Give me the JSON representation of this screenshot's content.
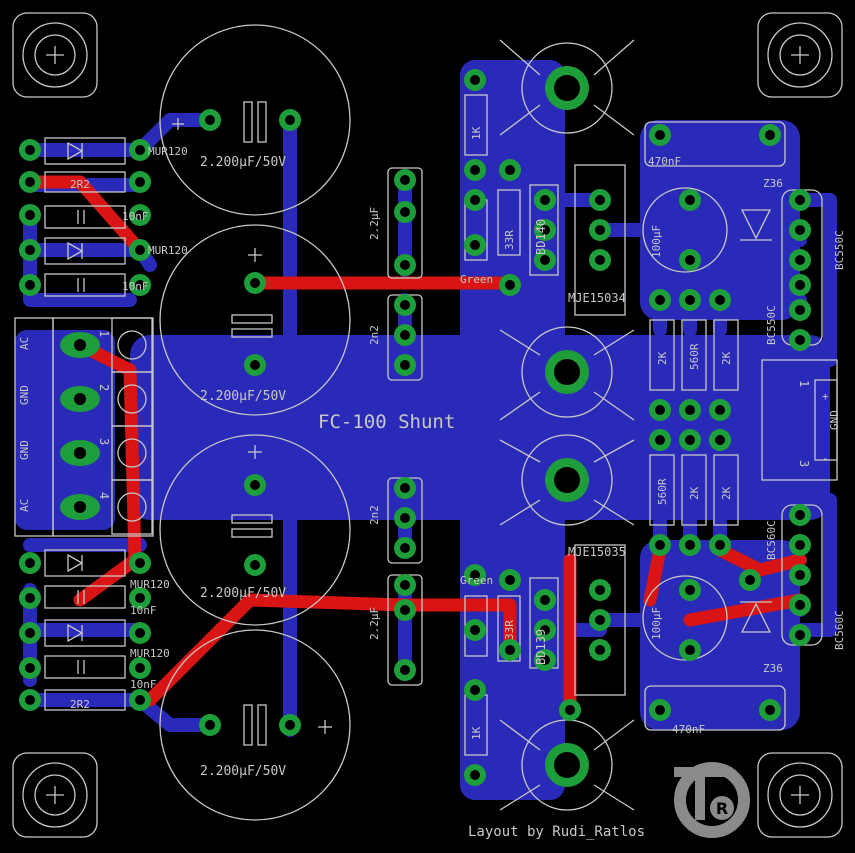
{
  "title": "FC-100 Shunt",
  "credit": "Layout by Rudi_Ratlos",
  "logo": {
    "letter": "R"
  },
  "labels": [
    {
      "id": "cap1",
      "text": "2.200µF/50V"
    },
    {
      "id": "cap2",
      "text": "2.200µF/50V"
    },
    {
      "id": "cap3",
      "text": "2.200µF/50V"
    },
    {
      "id": "cap4",
      "text": "2.200µF/50V"
    },
    {
      "id": "d1",
      "text": "MUR120"
    },
    {
      "id": "r1",
      "text": "2R2"
    },
    {
      "id": "c1",
      "text": "10nF"
    },
    {
      "id": "d2",
      "text": "MUR120"
    },
    {
      "id": "c2",
      "text": "10nF"
    },
    {
      "id": "d3",
      "text": "MUR120"
    },
    {
      "id": "c3",
      "text": "10nF"
    },
    {
      "id": "d4",
      "text": "MUR120"
    },
    {
      "id": "c4",
      "text": "10nF"
    },
    {
      "id": "r2",
      "text": "2R2"
    },
    {
      "id": "t1",
      "text": "AC"
    },
    {
      "id": "t2",
      "text": "GND"
    },
    {
      "id": "t3",
      "text": "GND"
    },
    {
      "id": "t4",
      "text": "AC"
    },
    {
      "id": "n1",
      "text": "1"
    },
    {
      "id": "n2",
      "text": "2"
    },
    {
      "id": "n3",
      "text": "3"
    },
    {
      "id": "n4",
      "text": "4"
    },
    {
      "id": "cm1",
      "text": "2.2µF"
    },
    {
      "id": "cm2",
      "text": "2n2"
    },
    {
      "id": "cm3",
      "text": "2n2"
    },
    {
      "id": "cm4",
      "text": "2.2µF"
    },
    {
      "id": "rk1",
      "text": "1K"
    },
    {
      "id": "r33a",
      "text": "33R"
    },
    {
      "id": "led1",
      "text": "Green"
    },
    {
      "id": "bd140",
      "text": "BD140"
    },
    {
      "id": "mje15034",
      "text": "MJE15034"
    },
    {
      "id": "rk2",
      "text": "1K"
    },
    {
      "id": "r33b",
      "text": "33R"
    },
    {
      "id": "led2",
      "text": "Green"
    },
    {
      "id": "bd139",
      "text": "BD139"
    },
    {
      "id": "mje15035",
      "text": "MJE15035"
    },
    {
      "id": "c470a",
      "text": "470nF"
    },
    {
      "id": "c470b",
      "text": "470nF"
    },
    {
      "id": "c100a",
      "text": "100µF"
    },
    {
      "id": "c100b",
      "text": "100µF"
    },
    {
      "id": "z1",
      "text": "Z36"
    },
    {
      "id": "z2",
      "text": "Z36"
    },
    {
      "id": "bc550a",
      "text": "BC550C"
    },
    {
      "id": "bc550b",
      "text": "BC550C"
    },
    {
      "id": "bc560a",
      "text": "BC560C"
    },
    {
      "id": "bc560b",
      "text": "BC560C"
    },
    {
      "id": "ra",
      "text": "2K"
    },
    {
      "id": "rb",
      "text": "560R"
    },
    {
      "id": "rc",
      "text": "2K"
    },
    {
      "id": "rd",
      "text": "560R"
    },
    {
      "id": "re",
      "text": "2K"
    },
    {
      "id": "rf",
      "text": "2K"
    },
    {
      "id": "o1",
      "text": "1"
    },
    {
      "id": "o2",
      "text": "+"
    },
    {
      "id": "o3",
      "text": "GND"
    },
    {
      "id": "o4",
      "text": "-"
    },
    {
      "id": "o5",
      "text": "3"
    }
  ]
}
